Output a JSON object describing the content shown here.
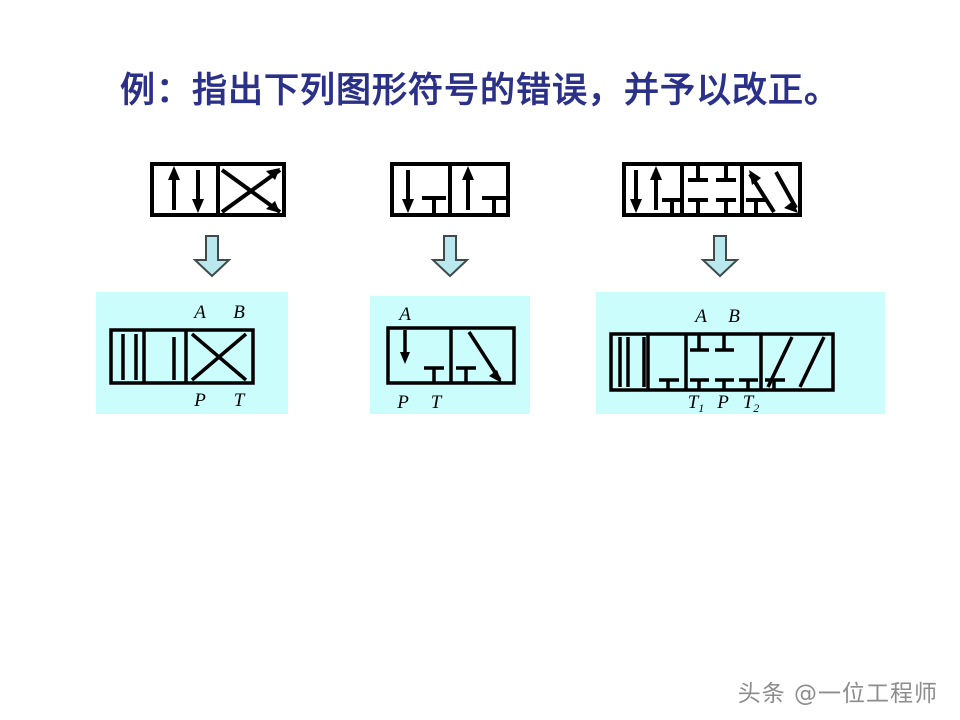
{
  "slide": {
    "title": "例：指出下列图形符号的错误，并予以改正。",
    "title_color": "#2b3188",
    "background_color": "#ffffff",
    "panel_background_color": "#ccfdfd",
    "arrow_fill_color": "#b9e9ef",
    "arrow_stroke_color": "#3f4a4a",
    "line_color": "#000000"
  },
  "wrong_symbols": [
    {
      "name": "two-position-four-way-wrong",
      "positions": 2,
      "cells": [
        {
          "marks": [
            "arrow-up",
            "arrow-down"
          ]
        },
        {
          "marks": [
            "crossed-arrows"
          ]
        }
      ]
    },
    {
      "name": "two-position-three-way-wrong",
      "positions": 2,
      "cells": [
        {
          "marks": [
            "arrow-down",
            "blocked-port-T"
          ]
        },
        {
          "marks": [
            "arrow-up",
            "blocked-port-T"
          ]
        }
      ]
    },
    {
      "name": "three-position-valve-wrong",
      "positions": 3,
      "cells": [
        {
          "marks": [
            "arrow-down",
            "arrow-up",
            "blocked-port-T"
          ]
        },
        {
          "marks": [
            "blocked-port-T",
            "blocked-port-T",
            "blocked-port-T",
            "blocked-port-T"
          ]
        },
        {
          "marks": [
            "diagonal-arrows",
            "blocked-port-T"
          ]
        }
      ]
    }
  ],
  "arrows": [
    {
      "label": "down-block-arrow-1"
    },
    {
      "label": "down-block-arrow-2"
    },
    {
      "label": "down-block-arrow-3"
    }
  ],
  "corrected_symbols": [
    {
      "name": "corrected-two-position-four-way",
      "top_labels": [
        "A",
        "B"
      ],
      "bottom_labels": [
        "P",
        "T"
      ],
      "positions": 2,
      "cells": [
        {
          "marks": [
            "parallel-straight-lines"
          ]
        },
        {
          "marks": [
            "crossed-lines"
          ]
        }
      ]
    },
    {
      "name": "corrected-two-position-three-way",
      "top_labels": [
        "A"
      ],
      "bottom_labels": [
        "P",
        "T"
      ],
      "positions": 2,
      "cells": [
        {
          "marks": [
            "arrow-down",
            "blocked-port-T"
          ]
        },
        {
          "marks": [
            "diagonal-arrow",
            "blocked-port-T"
          ]
        }
      ]
    },
    {
      "name": "corrected-three-position-valve",
      "top_labels": [
        "A",
        "B"
      ],
      "bottom_labels": [
        "T",
        "1",
        "P",
        "T",
        "2"
      ],
      "bottom_labels_display": [
        "T₁",
        "P",
        "T₂"
      ],
      "positions": 4,
      "cells": [
        {
          "marks": [
            "parallel-lines"
          ]
        },
        {
          "marks": [
            "blocked-port-T"
          ]
        },
        {
          "marks": [
            "blocked-port-T",
            "blocked-port-T",
            "blocked-port-T",
            "blocked-port-T",
            "blocked-port-T",
            "blocked-port-T"
          ]
        },
        {
          "marks": [
            "diagonal-lines",
            "blocked-port-T"
          ]
        }
      ]
    }
  ],
  "watermark": {
    "text": "头条 @一位工程师"
  }
}
